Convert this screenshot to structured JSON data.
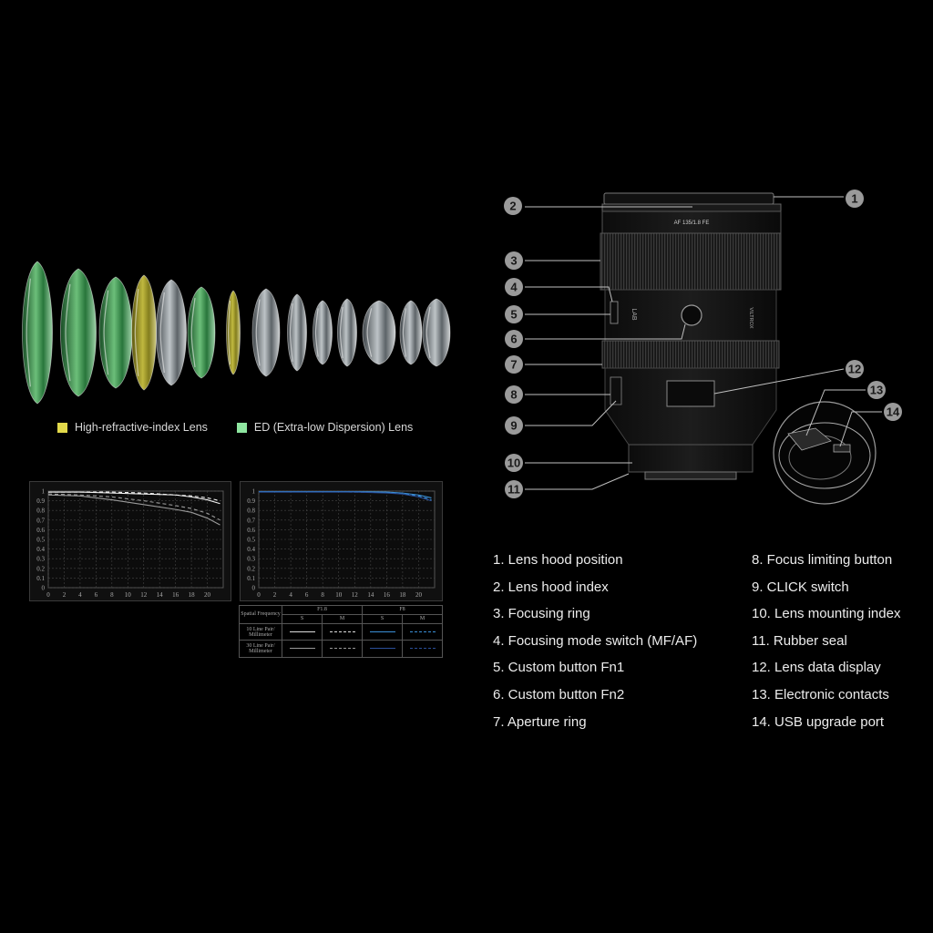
{
  "legend": [
    {
      "label": "High-refractive-index Lens",
      "color": "#e2d94a"
    },
    {
      "label": "ED (Extra-low Dispersion) Lens",
      "color": "#8ee6a0"
    }
  ],
  "elements": [
    {
      "kind": "ed"
    },
    {
      "kind": "ed"
    },
    {
      "kind": "ed"
    },
    {
      "kind": "hri"
    },
    {
      "kind": "clear"
    },
    {
      "kind": "ed"
    },
    {
      "kind": "hri"
    },
    {
      "kind": "clear"
    },
    {
      "kind": "clear"
    },
    {
      "kind": "clear"
    },
    {
      "kind": "clear"
    },
    {
      "kind": "clear"
    },
    {
      "kind": "clear"
    },
    {
      "kind": "clear"
    }
  ],
  "chart_data": [
    {
      "type": "line",
      "x_ticks": [
        "0",
        "2",
        "4",
        "6",
        "8",
        "10",
        "12",
        "14",
        "16",
        "18",
        "20"
      ],
      "y_ticks": [
        "0",
        "0.1",
        "0.2",
        "0.3",
        "0.4",
        "0.5",
        "0.6",
        "0.7",
        "0.8",
        "0.9",
        "1"
      ],
      "xlim": [
        0,
        22
      ],
      "ylim": [
        0,
        1
      ],
      "grid": true,
      "series": [
        {
          "style": "solid-white",
          "x": [
            0,
            4,
            8,
            12,
            16,
            18,
            20,
            21.6
          ],
          "y": [
            0.99,
            0.99,
            0.98,
            0.97,
            0.96,
            0.94,
            0.91,
            0.87
          ]
        },
        {
          "style": "dashed-white",
          "x": [
            0,
            4,
            8,
            12,
            16,
            18,
            20,
            21.6
          ],
          "y": [
            0.99,
            0.99,
            0.99,
            0.98,
            0.96,
            0.95,
            0.93,
            0.9
          ]
        },
        {
          "style": "solid-gray",
          "x": [
            0,
            4,
            8,
            12,
            16,
            18,
            20,
            21.6
          ],
          "y": [
            0.96,
            0.95,
            0.91,
            0.86,
            0.81,
            0.78,
            0.72,
            0.65
          ]
        },
        {
          "style": "dashed-gray",
          "x": [
            0,
            4,
            8,
            12,
            16,
            18,
            20,
            21.6
          ],
          "y": [
            0.97,
            0.96,
            0.94,
            0.9,
            0.85,
            0.82,
            0.77,
            0.7
          ]
        }
      ]
    },
    {
      "type": "line",
      "x_ticks": [
        "0",
        "2",
        "4",
        "6",
        "8",
        "10",
        "12",
        "14",
        "16",
        "18",
        "20"
      ],
      "y_ticks": [
        "0",
        "0.1",
        "0.2",
        "0.3",
        "0.4",
        "0.5",
        "0.6",
        "0.7",
        "0.8",
        "0.9",
        "1"
      ],
      "xlim": [
        0,
        22
      ],
      "ylim": [
        0,
        1
      ],
      "grid": true,
      "series": [
        {
          "style": "solid-blue",
          "x": [
            0,
            6,
            12,
            16,
            18,
            20,
            21.6
          ],
          "y": [
            0.995,
            0.995,
            0.995,
            0.99,
            0.98,
            0.96,
            0.93
          ]
        },
        {
          "style": "dashed-blue",
          "x": [
            0,
            6,
            12,
            16,
            18,
            20,
            21.6
          ],
          "y": [
            0.995,
            0.995,
            0.99,
            0.985,
            0.975,
            0.95,
            0.91
          ]
        },
        {
          "style": "solid-navy",
          "x": [
            0,
            6,
            12,
            16,
            18,
            20,
            21.6
          ],
          "y": [
            0.99,
            0.99,
            0.99,
            0.98,
            0.97,
            0.94,
            0.9
          ]
        }
      ]
    }
  ],
  "mtf_table": {
    "header": "Spatial Frequency",
    "apertures": [
      "F1.8",
      "F8"
    ],
    "subcols": [
      "S",
      "M",
      "S",
      "M"
    ],
    "rows": [
      "10 Line Pair/ Millimeter",
      "30 Line Pair/ Millimeter"
    ]
  },
  "lens": {
    "model_text": "AF 135/1.8 FE",
    "brand_text": "VILTROX",
    "lab_text": "LAB"
  },
  "callouts": [
    "1",
    "2",
    "3",
    "4",
    "5",
    "6",
    "7",
    "8",
    "9",
    "10",
    "11",
    "12",
    "13",
    "14"
  ],
  "parts_left": [
    "1. Lens hood position",
    "2. Lens hood index",
    "3. Focusing ring",
    "4. Focusing mode switch (MF/AF)",
    "5. Custom button Fn1",
    "6. Custom button Fn2",
    "7. Aperture ring"
  ],
  "parts_right": [
    "8. Focus limiting button",
    "9. CLICK switch",
    "10. Lens mounting index",
    "11. Rubber seal",
    "12. Lens data display",
    "13. Electronic contacts",
    "14. USB upgrade port"
  ],
  "colors": {
    "hri": "#e2d94a",
    "ed": "#7fe08f",
    "clear": "#dfe6ea",
    "blue": "#3a8fd6",
    "navy": "#2a4f9a"
  }
}
